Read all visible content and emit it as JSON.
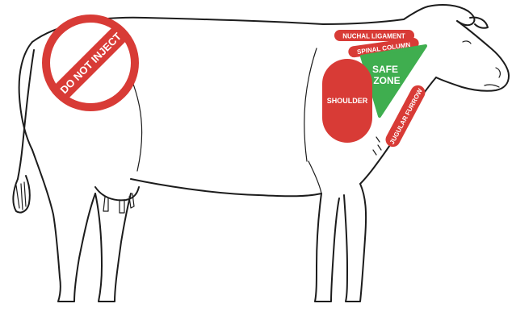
{
  "diagram": {
    "no_inject_label": "DO NOT INJECT",
    "labels": {
      "nuchal_ligament": "NUCHAL LIGAMENT",
      "spinal_column": "SPINAL COLUMN",
      "safe_zone_line1": "SAFE",
      "safe_zone_line2": "ZONE",
      "shoulder": "SHOULDER",
      "jugular_furrow": "JUGULAR FURROW"
    },
    "colors": {
      "red": "#d83b36",
      "green": "#3fae4f",
      "outline": "#1c1c1c",
      "background": "#ffffff"
    }
  }
}
